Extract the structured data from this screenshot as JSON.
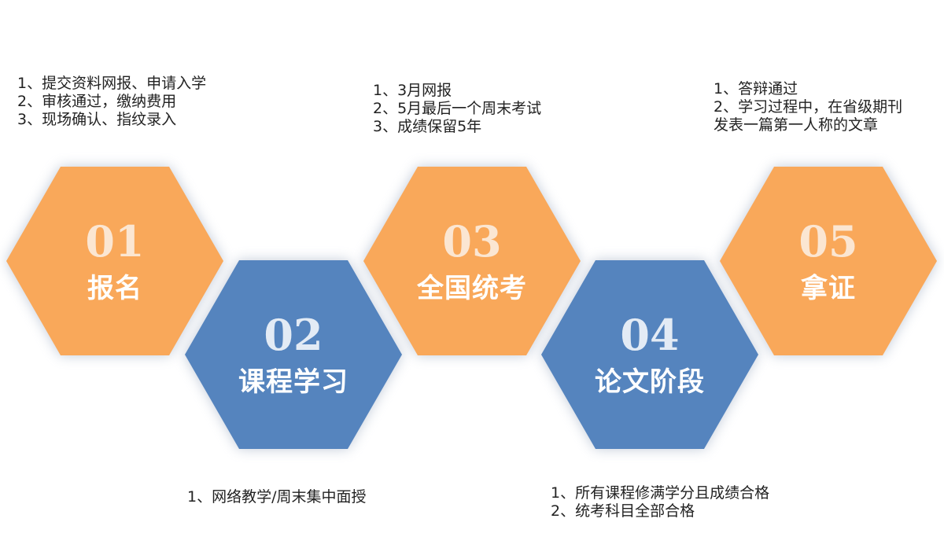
{
  "steps": [
    {
      "num": "01",
      "title": "报名",
      "color": "#F9A85A"
    },
    {
      "num": "02",
      "title": "课程学习",
      "color": "#5584BE"
    },
    {
      "num": "03",
      "title": "全国统考",
      "color": "#F9A85A"
    },
    {
      "num": "04",
      "title": "论文阶段",
      "color": "#5584BE"
    },
    {
      "num": "05",
      "title": "拿证",
      "color": "#F9A85A"
    }
  ],
  "notes": {
    "step1": [
      "1、提交资料网报、申请入学",
      "2、审核通过，缴纳费用",
      "3、现场确认、指纹录入"
    ],
    "step2": [
      "1、网络教学/周末集中面授"
    ],
    "step3": [
      "1、3月网报",
      "2、5月最后一个周末考试",
      "3、成绩保留5年"
    ],
    "step4": [
      "1、所有课程修满学分且成绩合格",
      "2、统考科目全部合格"
    ],
    "step5": [
      "1、答辩通过",
      "2、学习过程中，在省级期刊",
      "发表一篇第一人称的文章"
    ]
  }
}
